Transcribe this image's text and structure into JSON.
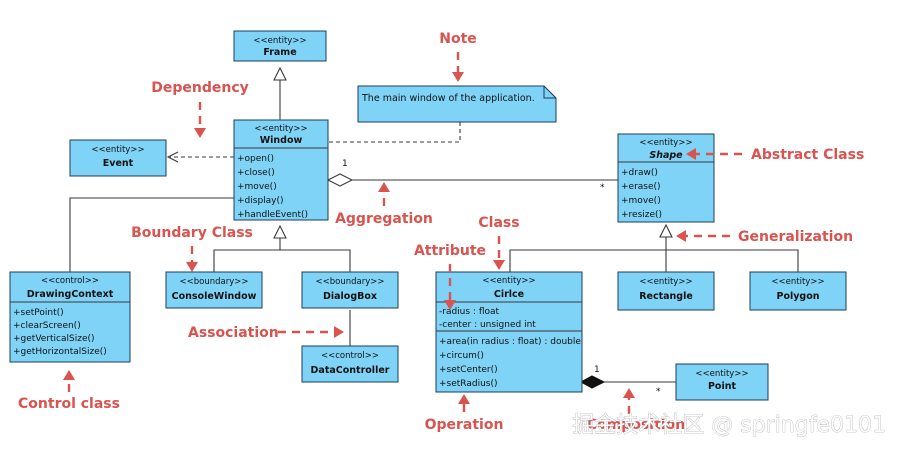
{
  "classes": {
    "frame": {
      "stereotype": "<<entity>>",
      "name": "Frame"
    },
    "window": {
      "stereotype": "<<entity>>",
      "name": "Window",
      "methods": [
        "+open()",
        "+close()",
        "+move()",
        "+display()",
        "+handleEvent()"
      ]
    },
    "event": {
      "stereotype": "<<entity>>",
      "name": "Event"
    },
    "shape": {
      "stereotype": "<<entity>>",
      "name": "Shape",
      "methods": [
        "+draw()",
        "+erase()",
        "+move()",
        "+resize()"
      ]
    },
    "drawing_context": {
      "stereotype": "<<control>>",
      "name": "DrawingContext",
      "methods": [
        "+setPoint()",
        "+clearScreen()",
        "+getVerticalSize()",
        "+getHorizontalSize()"
      ]
    },
    "console_window": {
      "stereotype": "<<boundary>>",
      "name": "ConsoleWindow"
    },
    "dialog_box": {
      "stereotype": "<<boundary>>",
      "name": "DialogBox"
    },
    "data_controller": {
      "stereotype": "<<control>>",
      "name": "DataController"
    },
    "circle": {
      "stereotype": "<<entity>>",
      "name": "Cirlce",
      "attributes": [
        "-radius : float",
        "-center : unsigned int"
      ],
      "methods": [
        "+area(in radius : float) : double",
        "+circum()",
        "+setCenter()",
        "+setRadius()"
      ]
    },
    "rectangle": {
      "stereotype": "<<entity>>",
      "name": "Rectangle"
    },
    "polygon": {
      "stereotype": "<<entity>>",
      "name": "Polygon"
    },
    "point": {
      "stereotype": "<<entity>>",
      "name": "Point"
    }
  },
  "note": {
    "text": "The main window of the application."
  },
  "multiplicities": {
    "window_shape_left": "1",
    "window_shape_right": "*",
    "circle_point_left": "1",
    "circle_point_right": "*"
  },
  "annotations": {
    "note": "Note",
    "dependency": "Dependency",
    "abstract_class": "Abstract Class",
    "aggregation": "Aggregation",
    "class": "Class",
    "boundary_class": "Boundary Class",
    "attribute": "Attribute",
    "generalization": "Generalization",
    "association": "Association",
    "control_class": "Control class",
    "operation": "Operation",
    "composition": "Composition"
  },
  "watermark": "掘金技术社区 @ springfe0101",
  "colors": {
    "class_fill": "#7fd3f7",
    "class_border": "#1b3d5a",
    "annotation": "#d9534f"
  }
}
